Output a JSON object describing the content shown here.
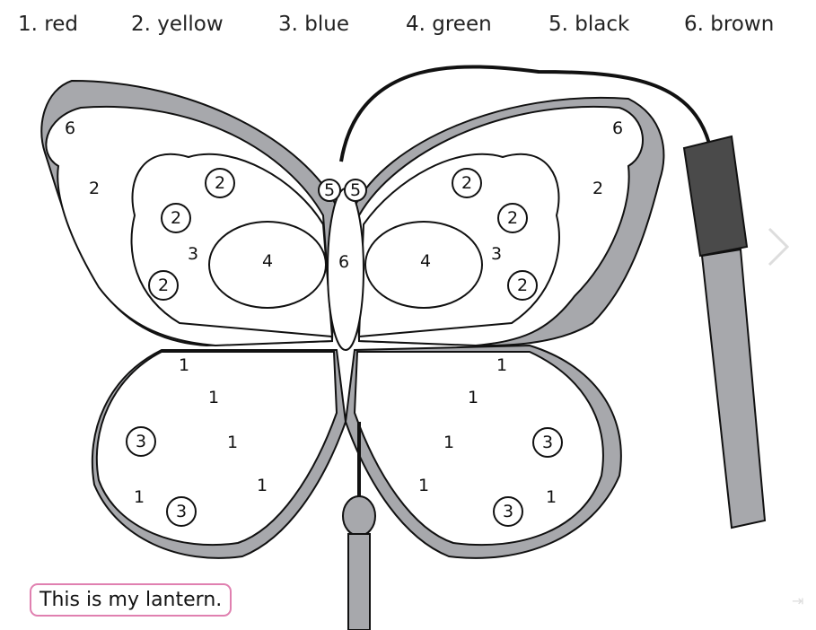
{
  "legend": [
    "1. red",
    "2. yellow",
    "3. blue",
    "4. green",
    "5. black",
    "6. brown"
  ],
  "caption": "This is my lantern.",
  "labels": [
    "6",
    "2",
    "2",
    "2",
    "3",
    "4",
    "2",
    "5",
    "5",
    "6",
    "6",
    "2",
    "2",
    "2",
    "3",
    "4",
    "2",
    "1",
    "1",
    "3",
    "1",
    "1",
    "1",
    "3",
    "1",
    "1",
    "1",
    "3",
    "1",
    "1",
    "3"
  ],
  "colors": {
    "stripe_light": "#a7a8ac",
    "stripe_dark": "#4a4a4a",
    "outline": "#111111",
    "caption_border": "#e080b0"
  },
  "icons": {
    "next": "chevron-right-icon",
    "last": "skip-to-end-icon"
  }
}
